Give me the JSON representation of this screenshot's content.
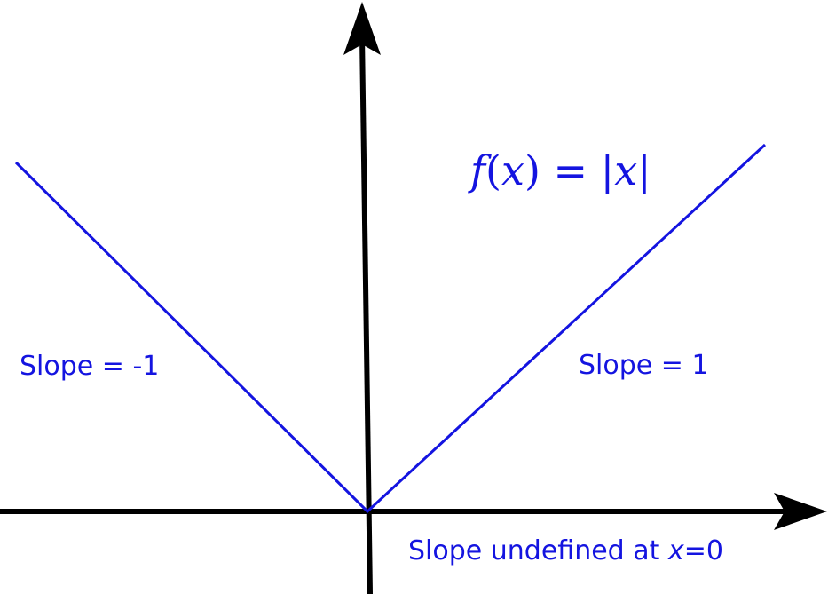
{
  "function_label": {
    "f": "f",
    "open_paren": "(",
    "x1": "x",
    "close_paren": ")",
    "equals": " = |",
    "x2": "x",
    "bar": "|"
  },
  "left_slope_label": "Slope = -1",
  "right_slope_label": "Slope = 1",
  "undefined_label": {
    "prefix": "Slope undefined at ",
    "var": "x",
    "suffix": "=0"
  },
  "colors": {
    "curve": "#1414e0",
    "axis": "#000000",
    "label": "#1414e0"
  }
}
